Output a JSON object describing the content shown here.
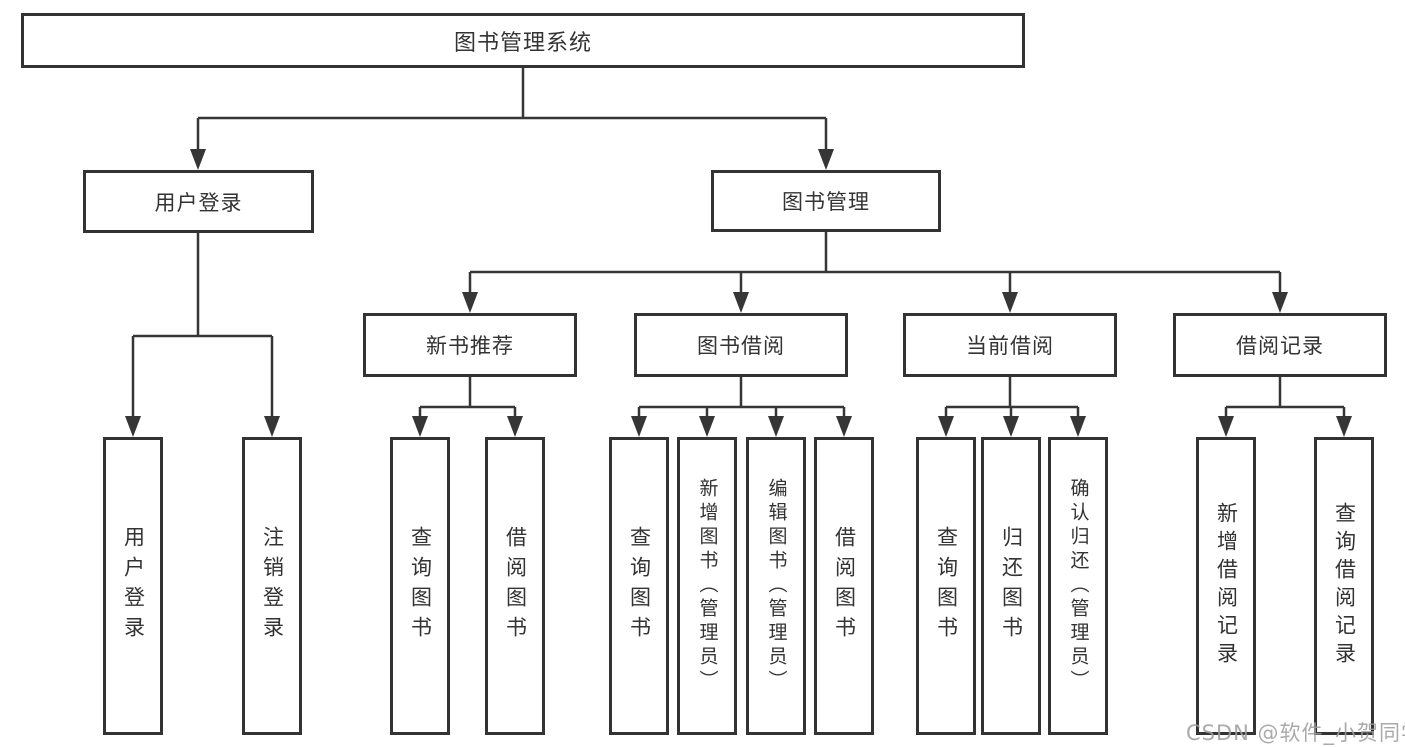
{
  "diagram": {
    "title": "图书管理系统",
    "line_color": "#363636",
    "level2": {
      "user_login": "用户登录",
      "book_mgmt": "图书管理"
    },
    "level3": {
      "new_book_rec": "新书推荐",
      "book_borrow": "图书借阅",
      "current_borrow": "当前借阅",
      "borrow_record": "借阅记录"
    },
    "leaves": {
      "user_login": "用户登录",
      "logout": "注销登录",
      "rec_query_book": "查询图书",
      "rec_borrow_book": "借阅图书",
      "bor_query_book": "查询图书",
      "bor_add_book": "新增图书（管理员）",
      "bor_edit_book": "编辑图书（管理员）",
      "bor_borrow_book": "借阅图书",
      "cur_query_book": "查询图书",
      "cur_return_book": "归还图书",
      "cur_confirm_return": "确认归还（管理员）",
      "rec2_add_record": "新增借阅记录",
      "rec2_query_record": "查询借阅记录"
    }
  },
  "watermark": "CSDN @软件_小贺同学"
}
